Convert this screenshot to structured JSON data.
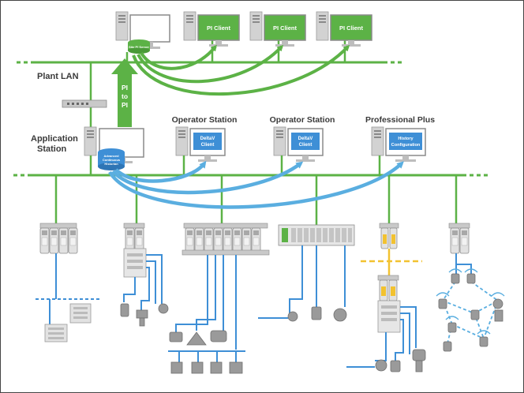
{
  "labels": {
    "plant_lan": "Plant LAN",
    "application_station_line1": "Application",
    "application_station_line2": "Station",
    "operator_station_1": "Operator Station",
    "operator_station_2": "Operator Station",
    "professional_plus": "Professional Plus",
    "pi_to_pi_1": "PI",
    "pi_to_pi_2": "to",
    "pi_to_pi_3": "PI",
    "site_pi_server": "Site PI Server",
    "advanced_continuous_historian_1": "Advanced",
    "advanced_continuous_historian_2": "Continuous",
    "advanced_continuous_historian_3": "Historian"
  },
  "pi_clients": [
    "PI Client",
    "PI Client",
    "PI Client"
  ],
  "deltav_screens": {
    "operator_1": [
      "DeltaV",
      "Client"
    ],
    "operator_2": [
      "DeltaV",
      "Client"
    ],
    "professional": [
      "History",
      "Configuration"
    ]
  },
  "colors": {
    "green": "#5cb246",
    "blue": "#3e8fd6",
    "light_blue": "#5aaee0",
    "yellow": "#f2c230",
    "gray_device": "#c9c9c9",
    "label": "#3a3a3a"
  }
}
